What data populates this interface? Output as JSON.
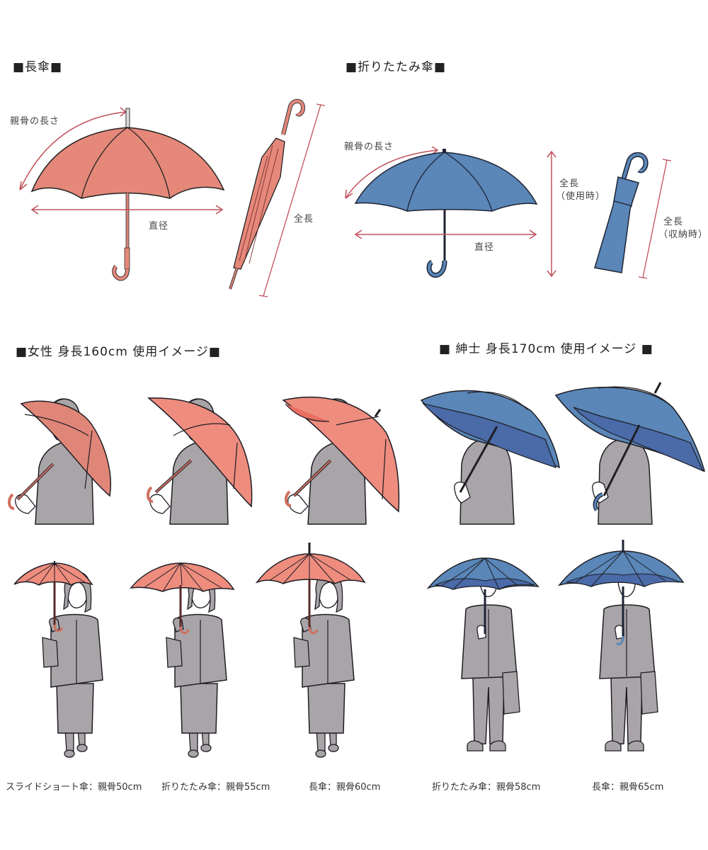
{
  "sections": {
    "long_umbrella": {
      "title": "■長傘■",
      "rib_length_label": "親骨の長さ",
      "diameter_label": "直径",
      "total_length_label": "全長"
    },
    "folding_umbrella": {
      "title": "■折りたたみ傘■",
      "rib_length_label": "親骨の長さ",
      "diameter_label": "直径",
      "total_length_in_use_label": "全長",
      "total_length_in_use_sub": "（使用時）",
      "total_length_stored_label": "全長",
      "total_length_stored_sub": "（収納時）"
    },
    "women": {
      "title": "■女性 身長160cm 使用イメージ■",
      "height_cm": 160,
      "figures": [
        {
          "caption": "スライドショート傘：親骨50cm",
          "type": "スライドショート傘",
          "rib_cm": 50
        },
        {
          "caption": "折りたたみ傘：親骨55cm",
          "type": "折りたたみ傘",
          "rib_cm": 55
        },
        {
          "caption": "長傘：親骨60cm",
          "type": "長傘",
          "rib_cm": 60
        }
      ]
    },
    "men": {
      "title": "■ 紳士 身長170cm 使用イメージ ■",
      "height_cm": 170,
      "figures": [
        {
          "caption": "折りたたみ傘：親骨58cm",
          "type": "折りたたみ傘",
          "rib_cm": 58
        },
        {
          "caption": "長傘：親骨65cm",
          "type": "長傘",
          "rib_cm": 65
        }
      ]
    }
  },
  "colors": {
    "red_umbrella": "#e5887a",
    "red_umbrella_inner": "#ef7b6b",
    "blue_umbrella": "#5a86b8",
    "blue_umbrella_inner": "#4a6aa8",
    "arrow": "#c0505a",
    "coat": "#a9a4a8",
    "outline": "#1e1e24"
  }
}
